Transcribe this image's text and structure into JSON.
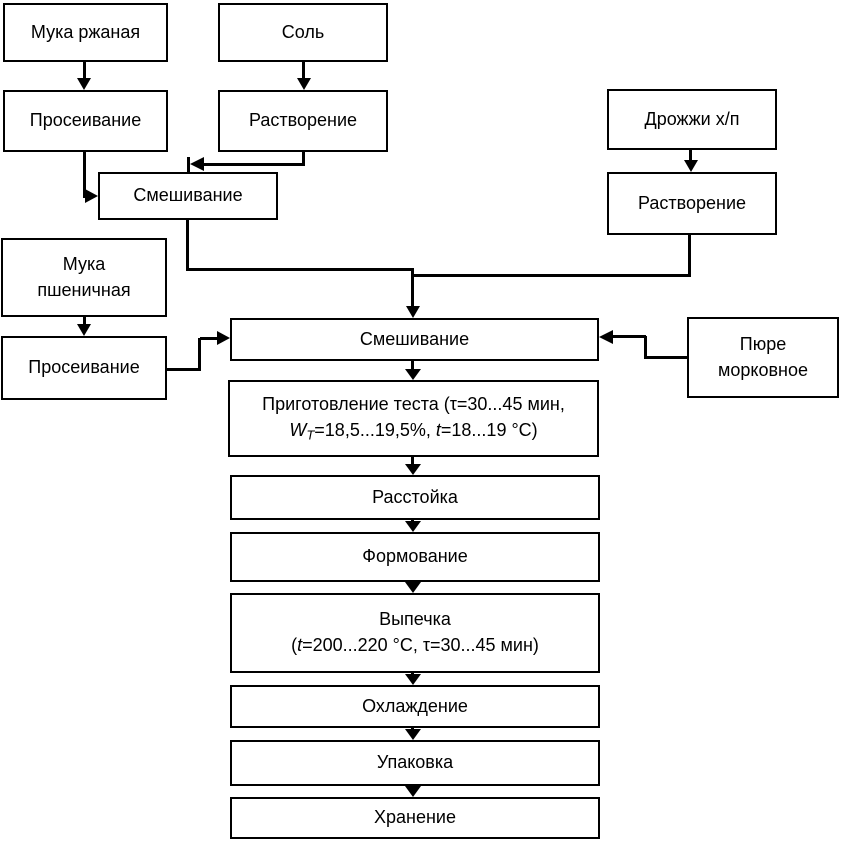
{
  "diagram": {
    "description": "Flowchart of rye-wheat bread production with carrot puree",
    "nodes": {
      "muka_rzhanaya": {
        "label": "Мука ржаная"
      },
      "sol": {
        "label": "Соль"
      },
      "proseivanie_rzh": {
        "label": "Просеивание"
      },
      "rastvorenie_sol": {
        "label": "Растворение"
      },
      "smeshivanie_1": {
        "label": "Смешивание"
      },
      "muka_pshenichnaya": {
        "line1": "Мука",
        "line2": "пшеничная"
      },
      "proseivanie_psh": {
        "label": "Просеивание"
      },
      "drozhzhi": {
        "label": "Дрожжи х/п"
      },
      "rastvorenie_drozhzhi": {
        "label": "Растворение"
      },
      "pyure": {
        "line1": "Пюре",
        "line2": "морковное"
      },
      "smeshivanie_2": {
        "label": "Смешивание"
      },
      "prigotovlenie": {
        "line1": "Приготовление теста (τ=30...45 мин,",
        "line2_parts": [
          {
            "t": "W",
            "s": "i"
          },
          {
            "t": "Т",
            "s": "i sub"
          },
          {
            "t": "=18,5...19,5%, ",
            "s": ""
          },
          {
            "t": "t",
            "s": "i"
          },
          {
            "t": "=18...19 °С)",
            "s": ""
          }
        ]
      },
      "rasstoyka": {
        "label": "Расстойка"
      },
      "formovanie": {
        "label": "Формование"
      },
      "vypechka": {
        "line1": "Выпечка",
        "line2_parts": [
          {
            "t": "(",
            "s": ""
          },
          {
            "t": "t",
            "s": "i"
          },
          {
            "t": "=200...220 °С, τ=30...45 мин)",
            "s": ""
          }
        ]
      },
      "okhlazhdenie": {
        "label": "Охлаждение"
      },
      "upakovka": {
        "label": "Упаковка"
      },
      "khranenie": {
        "label": "Хранение"
      }
    },
    "edges": [
      {
        "from": "muka_rzhanaya",
        "to": "proseivanie_rzh"
      },
      {
        "from": "sol",
        "to": "rastvorenie_sol"
      },
      {
        "from": "proseivanie_rzh",
        "to": "smeshivanie_1"
      },
      {
        "from": "rastvorenie_sol",
        "to": "smeshivanie_1"
      },
      {
        "from": "drozhzhi",
        "to": "rastvorenie_drozhzhi"
      },
      {
        "from": "muka_pshenichnaya",
        "to": "proseivanie_psh"
      },
      {
        "from": "smeshivanie_1",
        "to": "smeshivanie_2"
      },
      {
        "from": "rastvorenie_drozhzhi",
        "to": "smeshivanie_2"
      },
      {
        "from": "proseivanie_psh",
        "to": "smeshivanie_2"
      },
      {
        "from": "pyure",
        "to": "smeshivanie_2"
      },
      {
        "from": "smeshivanie_2",
        "to": "prigotovlenie"
      },
      {
        "from": "prigotovlenie",
        "to": "rasstoyka"
      },
      {
        "from": "rasstoyka",
        "to": "formovanie"
      },
      {
        "from": "formovanie",
        "to": "vypechka"
      },
      {
        "from": "vypechka",
        "to": "okhlazhdenie"
      },
      {
        "from": "okhlazhdenie",
        "to": "upakovka"
      },
      {
        "from": "upakovka",
        "to": "khranenie"
      }
    ],
    "style": {
      "line_color": "#000000",
      "box_fill": "#ffffff",
      "text_color": "#000000",
      "background": "#ffffff"
    }
  }
}
